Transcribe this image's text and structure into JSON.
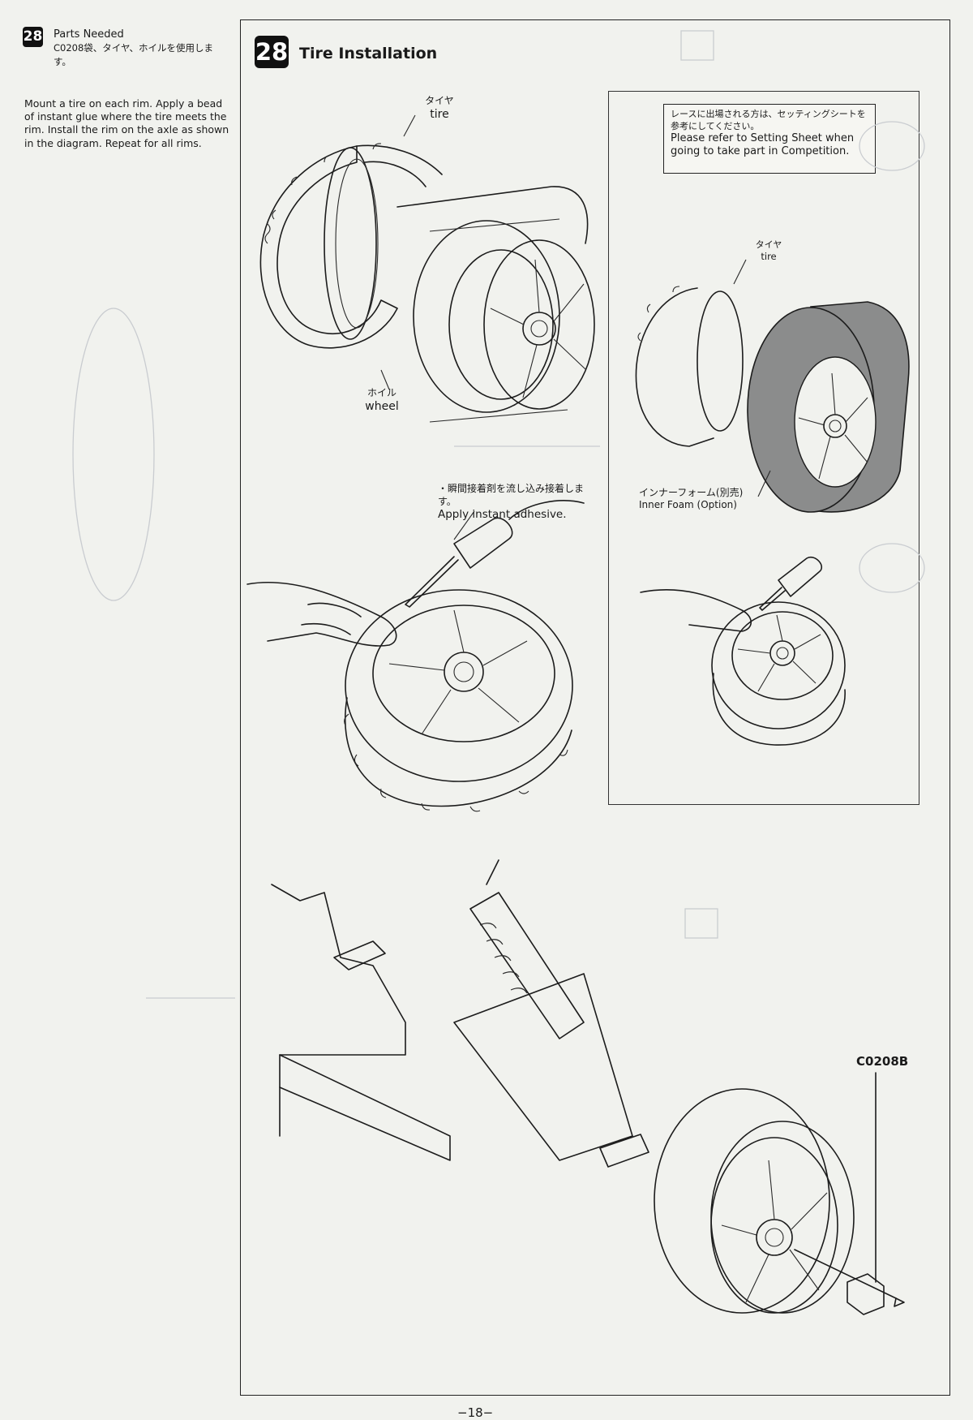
{
  "sidebar": {
    "step_number": "28",
    "parts_title": "Parts Needed",
    "parts_jp": "C0208袋、タイヤ、ホイルを使用します。",
    "instructions": "Mount a tire on each rim. Apply a bead of instant glue where the tire meets the rim. Install the rim on the axle as shown in the diagram. Repeat for all rims."
  },
  "section": {
    "step_number": "28",
    "title": "Tire Installation"
  },
  "setting_note": {
    "jp": "レースに出場される方は、セッティングシートを参考にしてください。",
    "en": "Please refer to Setting Sheet when going to take part in Competition."
  },
  "labels": {
    "tire_jp": "タイヤ",
    "tire_en": "tire",
    "wheel_jp": "ホイル",
    "wheel_en": "wheel",
    "adhesive_jp": "・瞬間接着剤を流し込み接着します。",
    "adhesive_en": "Apply instant adhesive.",
    "tire_opt_jp": "タイヤ",
    "tire_opt_en": "tire",
    "foam_jp": "インナーフォーム(別売)",
    "foam_en": "Inner Foam (Option)",
    "part_code": "C0208B"
  },
  "page": {
    "number": "−18−"
  },
  "colors": {
    "ink": "#1a1a1a",
    "paper": "#f1f2ee",
    "foam_gray": "#8b8c8c",
    "ghost": "#c9ccd0"
  }
}
